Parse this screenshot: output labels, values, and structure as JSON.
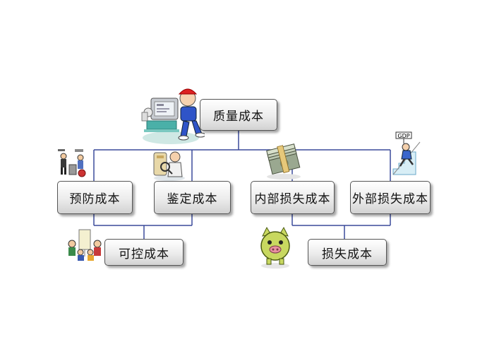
{
  "nodes": {
    "root": "质量成本",
    "prevention": "预防成本",
    "appraisal": "鉴定成本",
    "internal_failure": "内部损失成本",
    "external_failure": "外部损失成本",
    "controllable": "可控成本",
    "loss": "损失成本"
  },
  "illustrations": {
    "computer_worker": "computer-worker-icon",
    "factory_workers": "factory-workers-icon",
    "inspector": "inspector-icon",
    "money_stack": "money-stack-icon",
    "climbing_man": "climbing-man-icon",
    "meeting_group": "meeting-group-icon",
    "piggy_bank": "piggy-bank-icon"
  },
  "illustration_labels": {
    "climbing_man_sign": "GDP"
  },
  "colors": {
    "connector": "#3a4a9a",
    "box_border": "#555555"
  }
}
